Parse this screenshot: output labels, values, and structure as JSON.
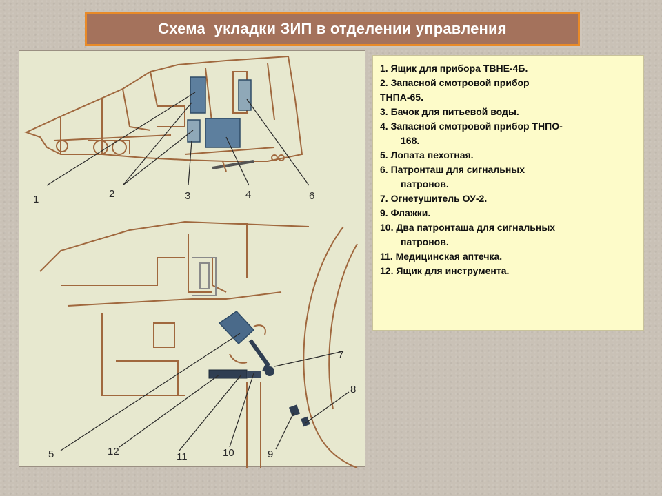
{
  "title": "Схема  укладки ЗИП в отделении управления",
  "legend": [
    {
      "text": "1. Ящик для прибора ТВНЕ-4Б.",
      "cont": ""
    },
    {
      "text": "2. Запасной смотровой прибор",
      "cont": "ТНПА-65.",
      "cont_nopad": true
    },
    {
      "text": "3. Бачок для питьевой воды.",
      "cont": ""
    },
    {
      "text": "4. Запасной смотровой прибор ТНПО-",
      "cont": "168."
    },
    {
      "text": "5. Лопата пехотная.",
      "cont": ""
    },
    {
      "text": "6. Патронташ для сигнальных",
      "cont": "патронов."
    },
    {
      "text": "7. Огнетушитель ОУ-2.",
      "cont": ""
    },
    {
      "text": "9. Флажки.",
      "cont": ""
    },
    {
      "text": "10. Два патронташа для сигнальных",
      "cont": "патронов."
    },
    {
      "text": "11. Медицинская аптечка.",
      "cont": ""
    },
    {
      "text": "12. Ящик для инструмента.",
      "cont": ""
    }
  ],
  "callouts_top": [
    "1",
    "2",
    "3",
    "4",
    "6"
  ],
  "callouts_bottom": [
    "7",
    "8",
    "5",
    "12",
    "11",
    "10",
    "9"
  ],
  "colors": {
    "title_bg": "#a4725c",
    "title_border": "#e88a28",
    "legend_bg": "#fdfbc9",
    "diagram_bg": "#e7e8cf",
    "drawing_lines": "#a0683e",
    "equipment_blue": "#5d7f9e"
  }
}
